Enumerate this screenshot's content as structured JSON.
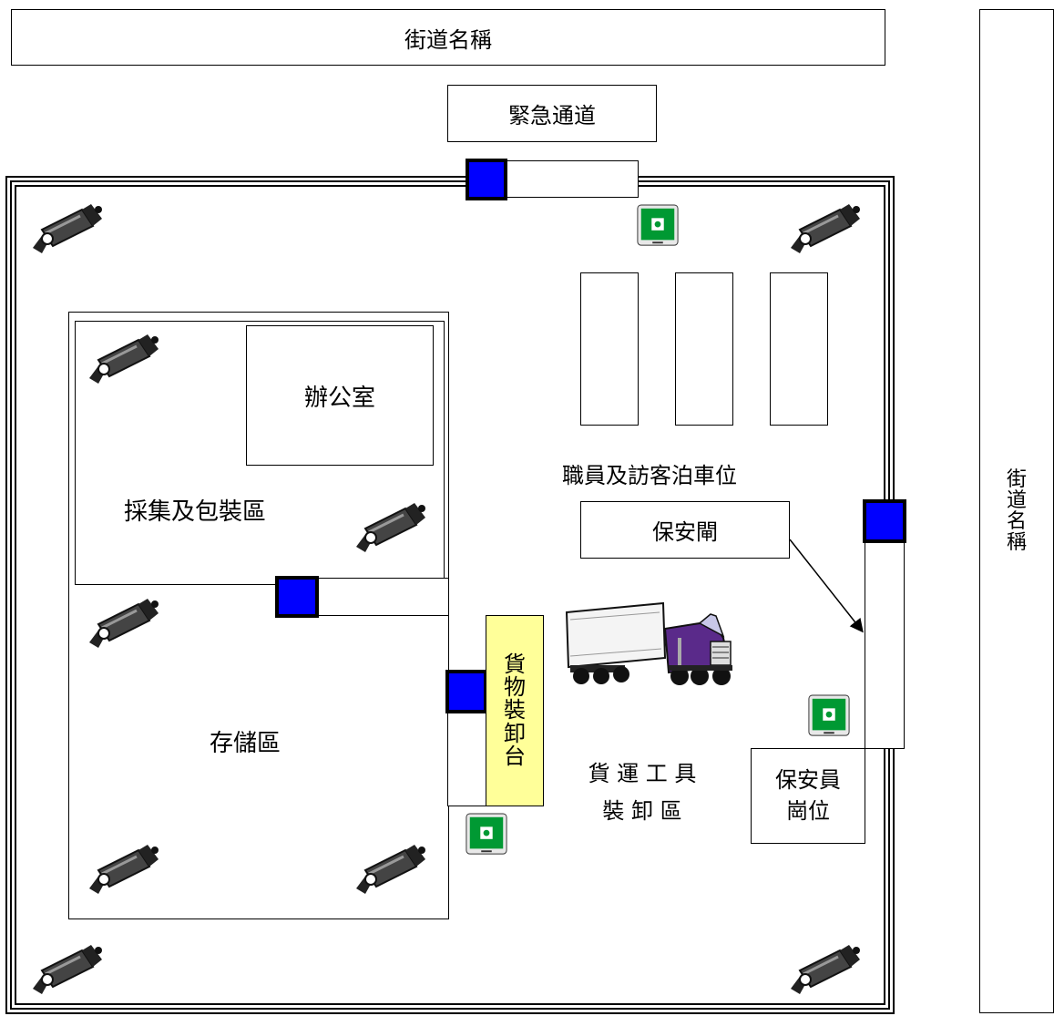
{
  "streets": {
    "top": "街道名稱",
    "right": [
      "街",
      "道",
      "名",
      "稱"
    ]
  },
  "emergency_exit": "緊急通道",
  "rooms": {
    "office": "辦公室",
    "picking": "採集及包裝區",
    "storage": "存儲區",
    "parking": "職員及訪客泊車位",
    "gate": "保安閘",
    "dock": [
      "貨",
      "物",
      "裝",
      "卸",
      "台"
    ],
    "loading_area": [
      "貨 運 工 具",
      "裝 卸 區"
    ],
    "guard_post": [
      "保安員",
      "崗位"
    ]
  },
  "colors": {
    "door": "#0000ff",
    "dock": "#ffff99",
    "alarm": "#009933",
    "truck_cab": "#5a2a8a"
  },
  "icons": [
    "security-camera-icon",
    "alarm-panel-icon",
    "door-marker-icon",
    "truck-icon"
  ]
}
